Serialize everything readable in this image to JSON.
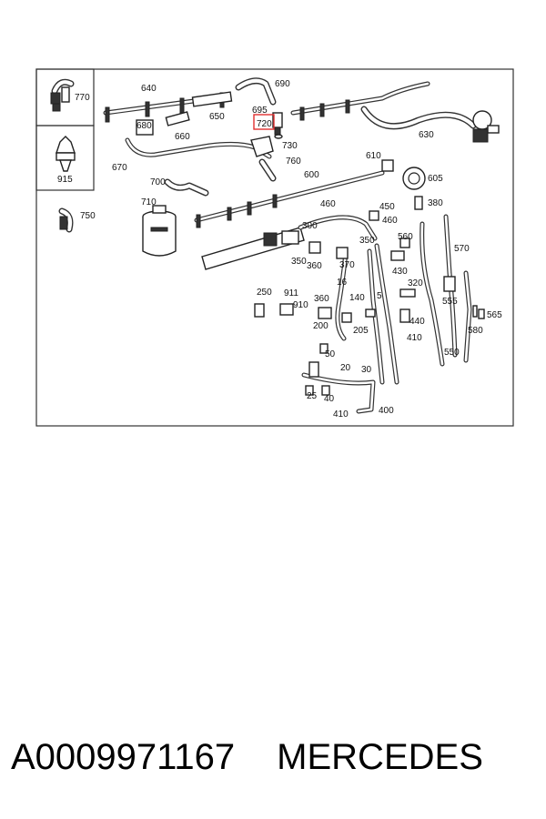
{
  "highlighted_part": "720",
  "highlight_color": "#e03030",
  "caption": {
    "part_number": "A0009971167",
    "brand": "MERCEDES"
  },
  "callouts": {
    "c770": "770",
    "c915": "915",
    "c750": "750",
    "c640": "640",
    "c650": "650",
    "c680": "680",
    "c660": "660",
    "c670": "670",
    "c690": "690",
    "c695": "695",
    "c720": "720",
    "c730": "730",
    "c760": "760",
    "c700": "700",
    "c710": "710",
    "c600": "600",
    "c610": "610",
    "c605": "605",
    "c630": "630",
    "c460a": "460",
    "c450": "450",
    "c460b": "460",
    "c380": "380",
    "c300": "300",
    "c350a": "350",
    "c360a": "360",
    "c370": "370",
    "c350b": "350",
    "c560": "560",
    "c570": "570",
    "c430": "430",
    "c320": "320",
    "c555": "555",
    "c565": "565",
    "c580": "580",
    "c550": "550",
    "c16": "16",
    "c140": "140",
    "c5": "5",
    "c440": "440",
    "c410a": "410",
    "c360b": "360",
    "c250": "250",
    "c911": "911",
    "c910": "910",
    "c200": "200",
    "c205": "205",
    "c50": "50",
    "c20": "20",
    "c30": "30",
    "c25": "25",
    "c40": "40",
    "c410b": "410",
    "c400": "400"
  }
}
